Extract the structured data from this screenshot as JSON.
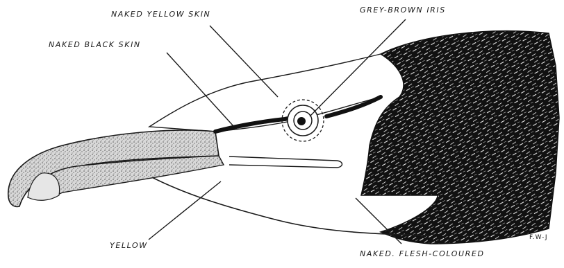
{
  "figure": {
    "labels": {
      "naked_yellow_skin": "NAKED YELLOW SKIN",
      "grey_brown_iris": "GREY-BROWN IRIS",
      "naked_black_skin": "NAKED BLACK SKIN",
      "yellow": "YELLOW",
      "naked_flesh_coloured": "NAKED. FLESH-COLOURED"
    },
    "signature": "F.W-J",
    "colors": {
      "ink": "#1a1a1a",
      "paper": "#ffffff",
      "bill_stipple": "#9a9a9a",
      "feathers": "#111111"
    }
  }
}
